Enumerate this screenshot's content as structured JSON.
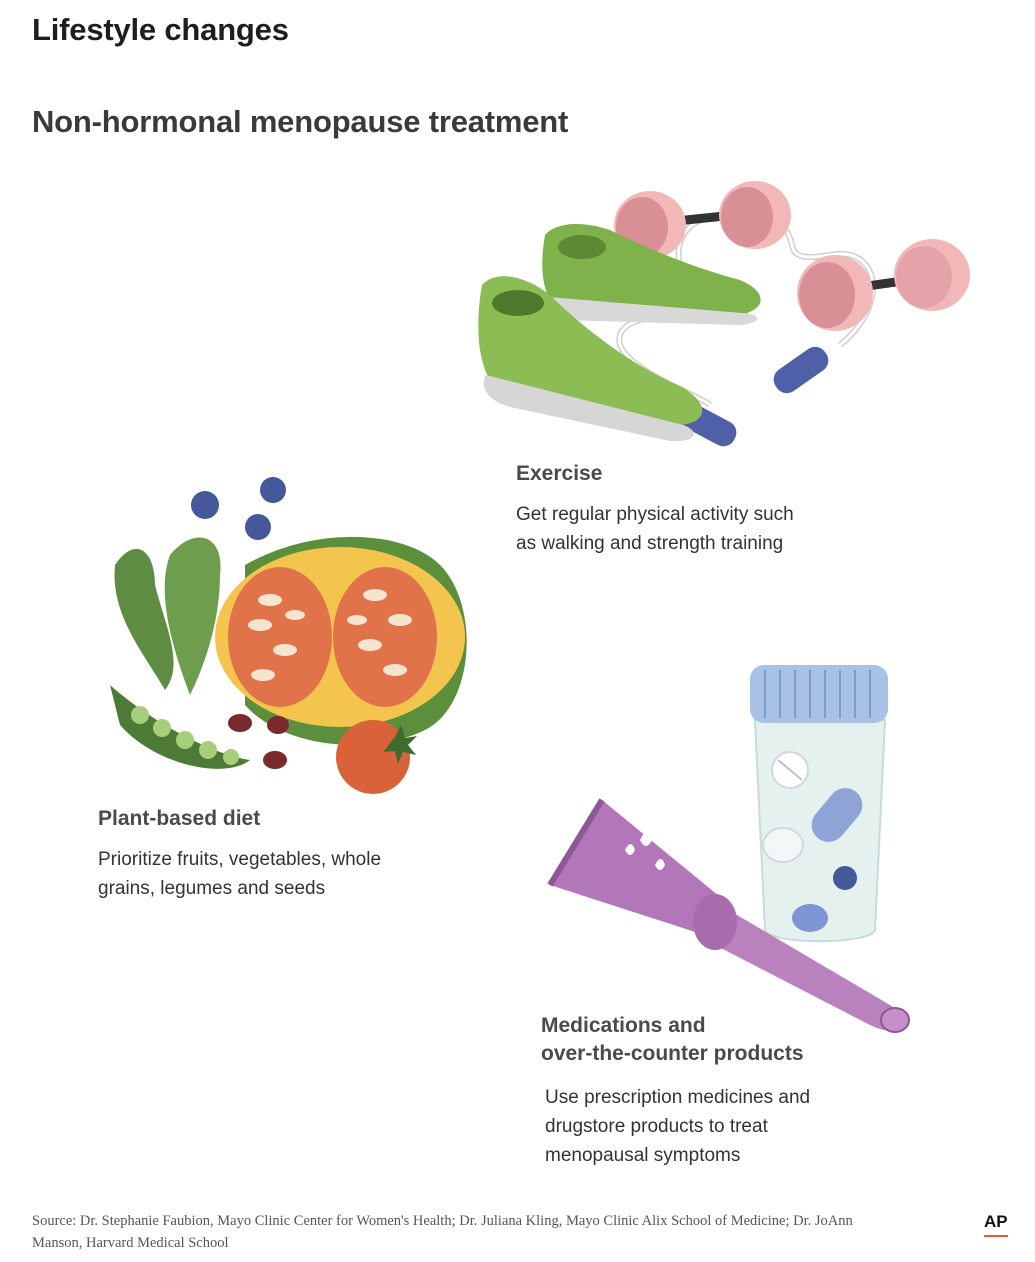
{
  "header": {
    "title": "Lifestyle changes",
    "subtitle": "Non-hormonal menopause treatment"
  },
  "items": [
    {
      "title": "Exercise",
      "desc_lines": [
        "Get regular physical activity such",
        "as walking and strength training"
      ],
      "icon": "exercise-illustration"
    },
    {
      "title": "Plant-based diet",
      "desc_lines": [
        "Prioritize fruits, vegetables, whole",
        "grains, legumes and seeds"
      ],
      "icon": "plant-food-illustration"
    },
    {
      "title_lines": [
        "Medications and",
        "over-the-counter products"
      ],
      "desc_lines": [
        "Use prescription medicines and",
        "drugstore products to treat",
        "menopausal symptoms"
      ],
      "icon": "medications-illustration"
    }
  ],
  "footer": {
    "source_lines": [
      "Source: Dr. Stephanie Faubion, Mayo Clinic Center for Women's Health; Dr. Juliana Kling, Mayo Clinic Alix School of Medicine; Dr. JoAnn",
      "Manson, Harvard Medical School"
    ],
    "logo": "AP"
  },
  "colors": {
    "shoe_green": "#7fb24a",
    "dumbbell_pink": "#f2b8b8",
    "handle_blue": "#4f5fa8",
    "pumpkin_green": "#5c8f3c",
    "pumpkin_yellow": "#f3c54e",
    "pumpkin_orange": "#e0734a",
    "tube_purple": "#b277b8",
    "lid_blue": "#a8c2e6",
    "accent_orange": "#e0602a"
  }
}
